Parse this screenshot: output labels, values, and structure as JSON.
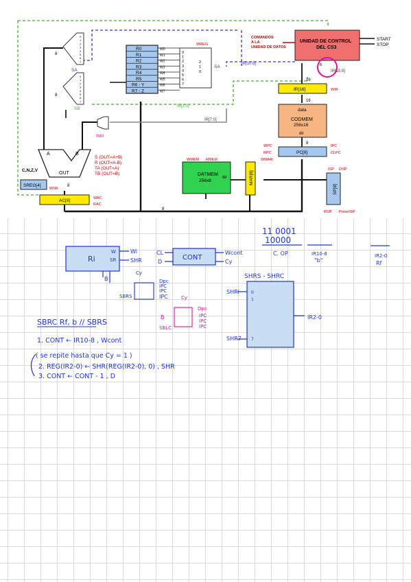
{
  "diagram": {
    "control_unit": {
      "line1": "UNIDAD DE CONTROL",
      "line2": "DEL CS3",
      "start": "START",
      "stop": "STOP"
    },
    "comandos": [
      "COMANDOS",
      "A LA",
      "UNIDAD DE DATOS"
    ],
    "registers": [
      "R0",
      "R1",
      "R2",
      "R3",
      "R4",
      "R5",
      "R6 - Y",
      "R7 - Z"
    ],
    "w_labels": [
      "W0",
      "W1",
      "W2",
      "W3",
      "W4",
      "W5",
      "W6",
      "W7"
    ],
    "decoder_w": "WREG",
    "decoder_in": [
      "2",
      "1",
      "0"
    ],
    "decoder_out": [
      "0",
      "1",
      "2",
      "3",
      "4",
      "5",
      "6",
      "7"
    ],
    "sa": "SA",
    "sb": "SB",
    "mux_inputs": [
      "0",
      "1",
      "2",
      "3",
      "4",
      "5",
      "6",
      "7"
    ],
    "eight": "8",
    "sixteen": "16",
    "ir_10_8": "IR[10:8]",
    "ir_2_0": "IR[2:0]",
    "ir_7_0": "IR[7:0]",
    "ir_15_8": "IR[15:8]",
    "ir": "IR[16]",
    "w_ir": "WIR",
    "codmem": {
      "data": "data",
      "line1": "CODMEM",
      "line2": "256x16",
      "dir": "dir"
    },
    "pc": "PC[8]",
    "pc_left": [
      "WPC",
      "RPC"
    ],
    "pc_right": [
      "IPC",
      "CLPC"
    ],
    "datmem": {
      "line1": "DATMEM",
      "line2": "256x8",
      "dir": "dir",
      "w": "WMEM",
      "r": "RMEM"
    },
    "mar": "MAR[8]",
    "w_mar": "WMAR",
    "sp": "SP[8]",
    "sp_top": [
      "ISP",
      "DSP"
    ],
    "sp_bottom": [
      "RSP",
      "PresetSP"
    ],
    "inm": "INM",
    "alu": {
      "a": "A",
      "b": "B",
      "out": "OUT",
      "flags": "C,N,Z,V"
    },
    "alu_ops": [
      "S   (OUT=A+B)",
      "R   (OUT=A-B)",
      "TA  (OUT=A)",
      "TB  (OUT=B)"
    ],
    "sreg": "SREG[4]",
    "w_sreg": "WSR",
    "ac": "AC[8]",
    "ac_right": [
      "WAC",
      "RAC"
    ]
  },
  "notes": {
    "code_binary": [
      "11 0001",
      "10000"
    ],
    "code_labels": [
      "C. OP",
      "IR10-8",
      "\"b\"",
      "IR2-0",
      "Rf"
    ],
    "reg_block": {
      "name": "Ri",
      "w": "W",
      "wi": "Wi",
      "sr": "SR",
      "shr": "SHR"
    },
    "cont_block": {
      "name": "CONT",
      "cl": "CL",
      "d": "D",
      "wcont": "Wcont",
      "cy": "Cy"
    },
    "mux_small": {
      "b": "B",
      "cy": "Cy",
      "sel": "SBRS",
      "outs": [
        "Dpc",
        "IPC",
        "IPC",
        "IPC"
      ]
    },
    "mux_pink": {
      "b": "B",
      "cy": "Cy",
      "sel": "SBLC",
      "outs": [
        "Dpc",
        "IPC",
        "IPC",
        "IPC"
      ]
    },
    "mux_big": {
      "title": "SHRS - SHRC",
      "top": "SHRi",
      "bottom": "SHR7",
      "zero": "0",
      "one": "1",
      "seven": "7",
      "out": "IR2-0"
    },
    "instr": "SBRC   Rf, b   // SBRS",
    "step1": "1.   CONT ← IR10-8        , Wcont",
    "step_note": "( se repite hasta que  Cy = 1 )",
    "step2": "2. REG(IR2-0) ← SHR(REG(IR2-0), 0)  , SHR",
    "step3": "3. CONT ← CONT - 1      , D"
  }
}
